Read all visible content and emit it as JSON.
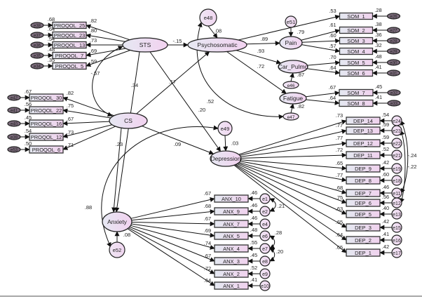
{
  "diagram": {
    "type": "structural-equation-model",
    "colors": {
      "latent_fill_a": "#ece8f4",
      "latent_fill_b": "#f2d6f2",
      "observed_fill_a": "#e6eaf2",
      "observed_fill_b": "#f0d4f0",
      "error_fill": "#f2dff2",
      "stroke": "#222222"
    },
    "latents": [
      {
        "id": "STS",
        "label": "STS"
      },
      {
        "id": "CS",
        "label": "CS"
      },
      {
        "id": "Psychosomatic",
        "label": "Psychosomatic"
      },
      {
        "id": "Pain",
        "label": "Pain"
      },
      {
        "id": "Car_Pulmo",
        "label": "Car_Pulmo"
      },
      {
        "id": "Fatigue",
        "label": "Fatigue"
      },
      {
        "id": "Depression",
        "label": "Depression"
      },
      {
        "id": "Anxiety",
        "label": "Anxiety"
      }
    ],
    "structural_errors": [
      {
        "id": "e48",
        "label": "e48",
        "target": "Psychosomatic",
        "r2": ".08"
      },
      {
        "id": "e51",
        "label": "e51",
        "target": "Pain",
        "r2": ".79"
      },
      {
        "id": "e46",
        "label": "e46",
        "target": "Car_Pulmo",
        "r2": ".87"
      },
      {
        "id": "e47",
        "label": "e47",
        "target": "Fatigue",
        "r2": ".82"
      },
      {
        "id": "e49",
        "label": "e49",
        "target": "Depression",
        "r2": ".03"
      },
      {
        "id": "e52",
        "label": "e52",
        "target": "Anxiety",
        "r2": ".08"
      }
    ],
    "paths": [
      {
        "from": "STS",
        "to": "Psychosomatic",
        "coef": "-.15"
      },
      {
        "from": "STS",
        "to": "Anxiety",
        "coef": ".34"
      },
      {
        "from": "STS",
        "to": "Depression",
        "coef": ".20"
      },
      {
        "from": "CS",
        "to": "Psychosomatic",
        "coef": ".17"
      },
      {
        "from": "CS",
        "to": "Depression",
        "coef": ".09"
      },
      {
        "from": "CS",
        "to": "Anxiety",
        "coef": ".23"
      },
      {
        "from": "Psychosomatic",
        "to": "Pain",
        "coef": ".89"
      },
      {
        "from": "Psychosomatic",
        "to": "Car_Pulmo",
        "coef": ".93"
      },
      {
        "from": "Psychosomatic",
        "to": "Fatigue",
        "coef": ".72"
      },
      {
        "from": "Psychosomatic",
        "to": "SOM_1",
        "coef": ".53"
      }
    ],
    "covariances": [
      {
        "between": [
          "STS",
          "CS"
        ],
        "coef": "-.57"
      },
      {
        "between": [
          "e48",
          "e47"
        ],
        "coef": ".52"
      },
      {
        "between": [
          "e49",
          "e52"
        ],
        "coef": ".88"
      },
      {
        "between": [
          "e24",
          "e11"
        ],
        "coef": "-.24"
      },
      {
        "between": [
          "e23",
          "e12"
        ],
        "coef": "-.22"
      },
      {
        "between": [
          "e1",
          "e2"
        ],
        "coef": ".21"
      },
      {
        "between": [
          "e6",
          "e7"
        ],
        "coef": ".28"
      },
      {
        "between": [
          "e7",
          "e8"
        ],
        "coef": ".20"
      }
    ],
    "indicator_groups": [
      {
        "latent": "STS",
        "side": "left",
        "items": [
          {
            "label": "PROQOL_25",
            "loading": ".82",
            "r2": ".68",
            "error": "e38"
          },
          {
            "label": "PROQOL_23",
            "loading": ".80",
            "r2": ".64",
            "error": "e37"
          },
          {
            "label": "PROQOL_13",
            "loading": ".73",
            "r2": ".54",
            "error": "e36"
          },
          {
            "label": "PROQOL_7",
            "loading": ".69",
            "r2": ".48",
            "error": "e35"
          },
          {
            "label": "PROQOL_5",
            "loading": ".59",
            "r2": ".35",
            "error": "e34"
          }
        ]
      },
      {
        "latent": "CS",
        "side": "left",
        "items": [
          {
            "label": "PROQOL_30",
            "loading": ".82",
            "r2": ".67",
            "error": "e42"
          },
          {
            "label": "PROQOL_22",
            "loading": ".75",
            "r2": ".56",
            "error": "e41"
          },
          {
            "label": "PROQOL_16",
            "loading": ".67",
            "r2": ".45",
            "error": "e40"
          },
          {
            "label": "PROQOL_12",
            "loading": ".73",
            "r2": ".54",
            "error": "e39"
          },
          {
            "label": "PROQOL_6",
            "loading": ".71",
            "r2": ".50",
            "error": "e53"
          }
        ]
      },
      {
        "latent": "Psychosomatic",
        "side": "right",
        "items": [
          {
            "label": "SOM_1",
            "loading": ".53",
            "r2": ".28",
            "error": "e26"
          }
        ]
      },
      {
        "latent": "Pain",
        "side": "right",
        "items": [
          {
            "label": "SOM_2",
            "loading": ".61",
            "r2": ".38",
            "error": "e27"
          },
          {
            "label": "SOM_3",
            "loading": ".60",
            "r2": ".36",
            "error": "e28"
          },
          {
            "label": "SOM_4",
            "loading": ".57",
            "r2": ".32",
            "error": "e29"
          }
        ]
      },
      {
        "latent": "Car_Pulmo",
        "side": "right",
        "items": [
          {
            "label": "SOM_5",
            "loading": ".70",
            "r2": ".48",
            "error": "e30"
          },
          {
            "label": "SOM_6",
            "loading": ".64",
            "r2": ".41",
            "error": "e31"
          }
        ]
      },
      {
        "latent": "Fatigue",
        "side": "right",
        "items": [
          {
            "label": "SOM_7",
            "loading": ".67",
            "r2": ".45",
            "error": "e32"
          },
          {
            "label": "SOM_8",
            "loading": ".64",
            "r2": ".41",
            "error": "e33"
          }
        ]
      },
      {
        "latent": "Depression",
        "side": "right",
        "items": [
          {
            "label": "DEP_14",
            "loading": ".73",
            "r2": ".54",
            "error": "e24"
          },
          {
            "label": "DEP_13",
            "loading": ".77",
            "r2": ".59",
            "error": "e23"
          },
          {
            "label": "DEP_12",
            "loading": ".77",
            "r2": ".59",
            "error": "e22"
          },
          {
            "label": "DEP_11",
            "loading": ".72",
            "r2": ".52",
            "error": "e21"
          },
          {
            "label": "DEP_9",
            "loading": ".65",
            "r2": ".42",
            "error": "e19"
          },
          {
            "label": "DEP_8",
            "loading": ".77",
            "r2": ".60",
            "error": "e18"
          },
          {
            "label": "DEP_7",
            "loading": ".68",
            "r2": ".46",
            "error": "e11"
          },
          {
            "label": "DEP_6",
            "loading": ".75",
            "r2": ".56",
            "error": "e12"
          },
          {
            "label": "DEP_5",
            "loading": ".63",
            "r2": ".40",
            "error": "e13"
          },
          {
            "label": "DEP_3",
            "loading": ".65",
            "r2": ".42",
            "error": "e15"
          },
          {
            "label": "DEP_2",
            "loading": ".64",
            "r2": ".41",
            "error": "e16"
          },
          {
            "label": "DEP_1",
            "loading": ".65",
            "r2": ".42",
            "error": "e17"
          }
        ]
      },
      {
        "latent": "Anxiety",
        "side": "right",
        "items": [
          {
            "label": "ANX_10",
            "loading": ".67",
            "r2": ".46",
            "error": "e1"
          },
          {
            "label": "ANX_9",
            "loading": ".68",
            "r2": ".46",
            "error": "e2"
          },
          {
            "label": "ANX_7",
            "loading": ".67",
            "r2": ".46",
            "error": "e4"
          },
          {
            "label": "ANX_5",
            "loading": ".69",
            "r2": ".48",
            "error": "e6"
          },
          {
            "label": "ANX_4",
            "loading": ".74",
            "r2": ".55",
            "error": "e7"
          },
          {
            "label": "ANX_3",
            "loading": ".67",
            "r2": ".45",
            "error": "e8"
          },
          {
            "label": "ANX_2",
            "loading": ".72",
            "r2": ".52",
            "error": "e9"
          },
          {
            "label": "ANX_1",
            "loading": ".64",
            "r2": ".41",
            "error": "e10"
          }
        ]
      }
    ]
  }
}
